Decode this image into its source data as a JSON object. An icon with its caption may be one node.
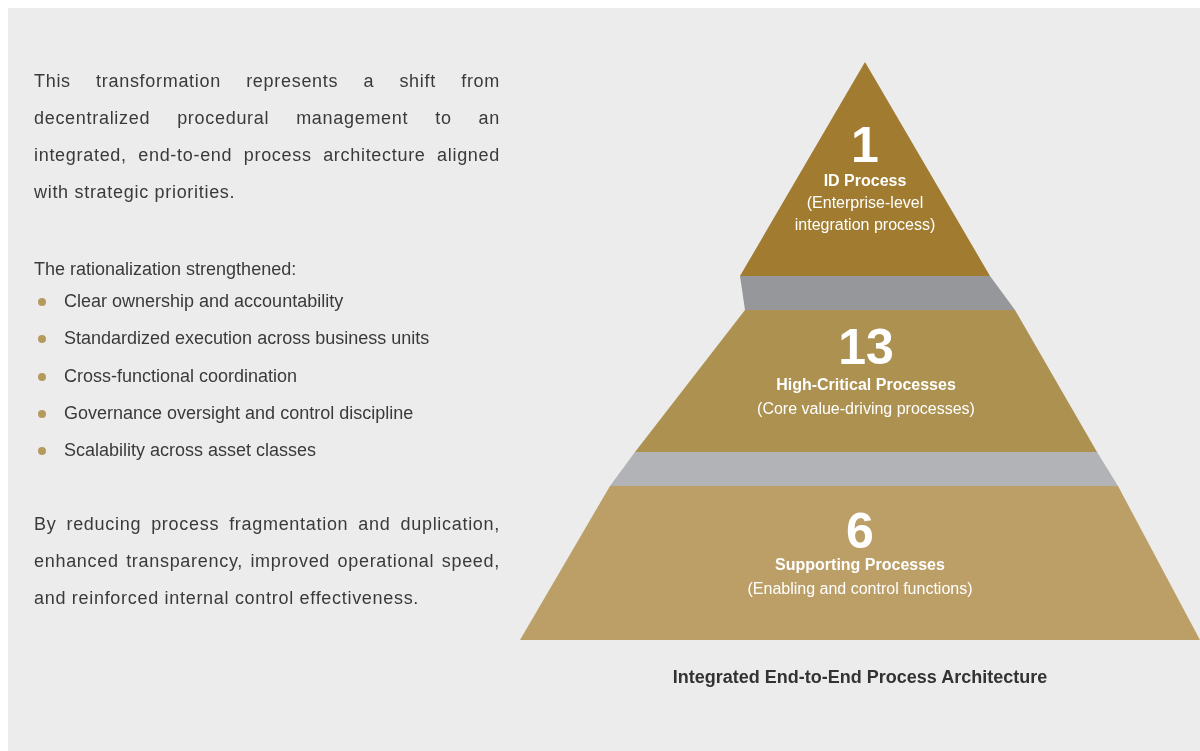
{
  "diagram": {
    "caption": "Integrated End-to-End Process Architecture",
    "nodes": [
      {
        "text": [
          "1",
          "ID Process",
          "(Enterprise-level integration process)"
        ]
      },
      {
        "text": [],
        "shape": "band"
      },
      {
        "text": [
          "13",
          "High-Critical Processes",
          "(Core value-driving processes)"
        ]
      },
      {
        "text": [],
        "shape": "band"
      },
      {
        "text": [
          "6",
          "Supporting Processes",
          "(Enabling and control functions)"
        ]
      }
    ],
    "edges": [],
    "labels": [
      "This transformation represents a shift from decentralized procedural management to an integrated, end-to-end process architecture aligned with strategic priorities.",
      "The rationalization strengthened:",
      "Clear ownership and accountability",
      "Standardized execution across business units",
      "Cross-functional coordination",
      "Governance oversight and control discipline",
      "Scalability across asset classes",
      "By reducing process fragmentation and duplication, enhanced transparency, improved operational speed, and reinforced internal control effectiveness."
    ]
  }
}
